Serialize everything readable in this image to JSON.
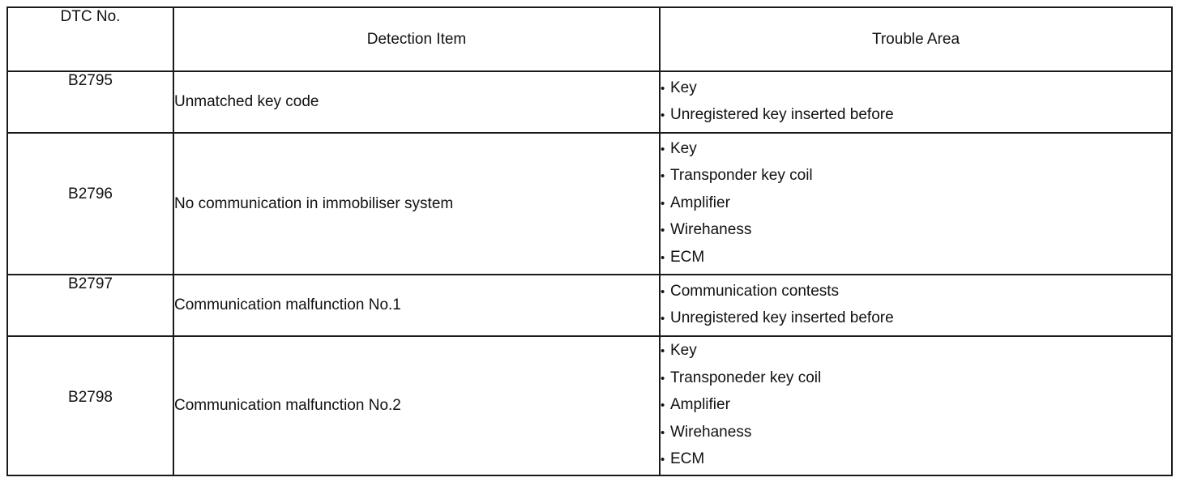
{
  "headers": {
    "dtc_no": "DTC No.",
    "detection_item": "Detection Item",
    "trouble_area": "Trouble Area"
  },
  "rows": [
    {
      "code": "B2795",
      "detection": "Unmatched key code",
      "areas": [
        "Key",
        "Unregistered key inserted before"
      ]
    },
    {
      "code": "B2796",
      "detection": "No communication in immobiliser system",
      "areas": [
        "Key",
        "Transponder key coil",
        "Amplifier",
        "Wirehaness",
        "ECM"
      ]
    },
    {
      "code": "B2797",
      "detection": "Communication malfunction No.1",
      "areas": [
        "Communication contests",
        "Unregistered key inserted before"
      ]
    },
    {
      "code": "B2798",
      "detection": "Communication malfunction No.2",
      "areas": [
        "Key",
        "Transponeder key coil",
        "Amplifier",
        "Wirehaness",
        "ECM"
      ]
    }
  ]
}
